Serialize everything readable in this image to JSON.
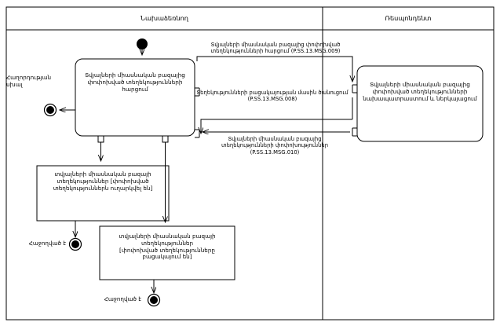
{
  "diagram": {
    "type": "uml-activity-diagram",
    "lanes": [
      {
        "name": "lane-left",
        "title": "Նախաձեռնող"
      },
      {
        "name": "lane-right",
        "title": "Ռեսպոնդենտ"
      }
    ],
    "activities": [
      {
        "id": "initiator-request",
        "text": "Տվյալների միասնական բազայից\nփոփոխված տեղեկությունների\nհարցում"
      },
      {
        "id": "responder-prepare",
        "text": "Տվյալների միասնական բազայից\nփոփոխված տեղեկությունների\nնախապատրաստում և ներկայացում"
      }
    ],
    "messages": [
      {
        "id": "msg-009",
        "text": "Տվյալների միասնական բազայից փոփոխված\nտեղեկությունների հարցում (P.SS.13.MSG.009)",
        "direction": "left-to-right"
      },
      {
        "id": "msg-008",
        "text": "Տեղեկությունների բացակայության մասին ծանուցում\n(P.SS.13.MSG.008)",
        "direction": "right-to-left"
      },
      {
        "id": "msg-010",
        "text": "Տվյալների միասնական բազայից\nտեղեկությունների փոփոխություններ\n(P.SS.13.MSG.010)",
        "direction": "right-to-left"
      }
    ],
    "objects": [
      {
        "id": "object-sent",
        "text": "տվյալների միասնական բազայի\nտեղեկություններ  [փոփոխված\nտեղեկություններն ուղարկվել են]"
      },
      {
        "id": "object-absent",
        "text": "տվյալների միասնական բազայի\nտեղեկություններ\n[փոփոխված տեղեկությունները\nբացակայում են]"
      }
    ],
    "labels": {
      "error_flow": "Հաղորդության սխալ",
      "end_success_left": "Հաջողված է",
      "end_success_bottom": "Հաջողված է"
    },
    "colors": {
      "stroke": "#000000",
      "fill": "#ffffff",
      "background": "#ffffff"
    }
  }
}
